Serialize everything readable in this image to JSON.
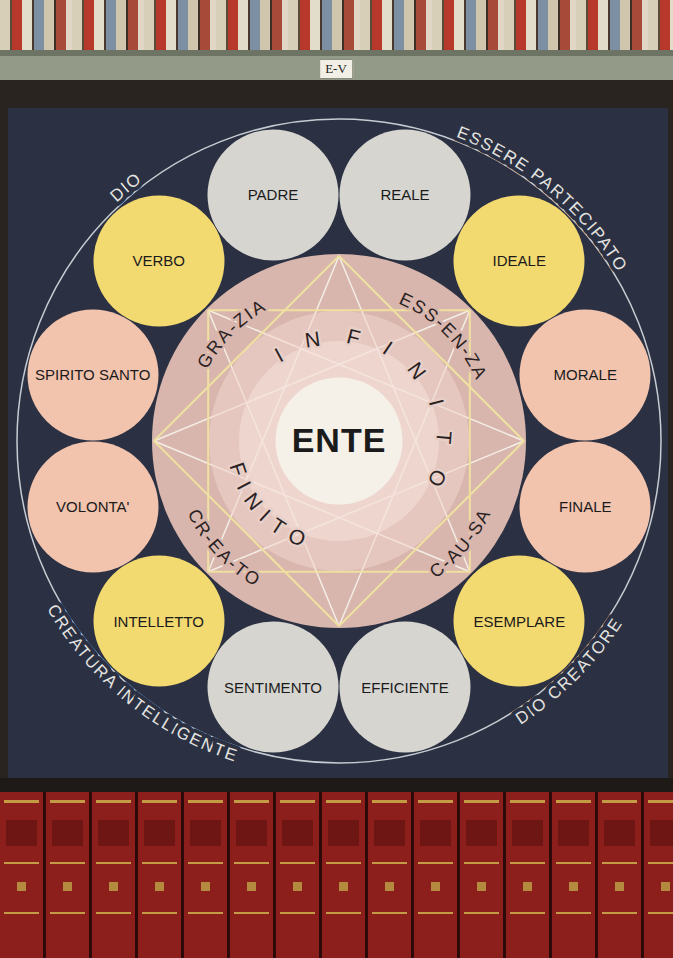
{
  "diagram": {
    "nodes": [
      {
        "text": [
          "PADRE"
        ]
      },
      {
        "text": [
          "REALE"
        ]
      },
      {
        "text": [
          "IDEALE"
        ]
      },
      {
        "text": [
          "MORALE"
        ]
      },
      {
        "text": [
          "FINALE"
        ]
      },
      {
        "text": [
          "ESEMPLARE"
        ]
      },
      {
        "text": [
          "EFFICIENTE"
        ]
      },
      {
        "text": [
          "SENTIMENTO"
        ]
      },
      {
        "text": [
          "INTELLETTO"
        ]
      },
      {
        "text": [
          "VOLONTA'"
        ]
      },
      {
        "text": [
          "SPIRITO SANTO"
        ]
      },
      {
        "text": [
          "VERBO"
        ]
      },
      {
        "text": [
          "GRA-ZIA",
          "ESS-EN-ZA",
          "C-AU-SA",
          "CR-EA-TO"
        ]
      },
      {
        "text": [
          "INFINITO",
          "FINITO"
        ],
        "in": 12
      },
      {
        "text": [
          "ENTE"
        ],
        "in": 13
      }
    ],
    "labels": [
      "E-V",
      "DIO",
      "ESSERE PARTECIPATO",
      "DIO CREATORE",
      "CREATURA INTELLIGENTE"
    ]
  }
}
